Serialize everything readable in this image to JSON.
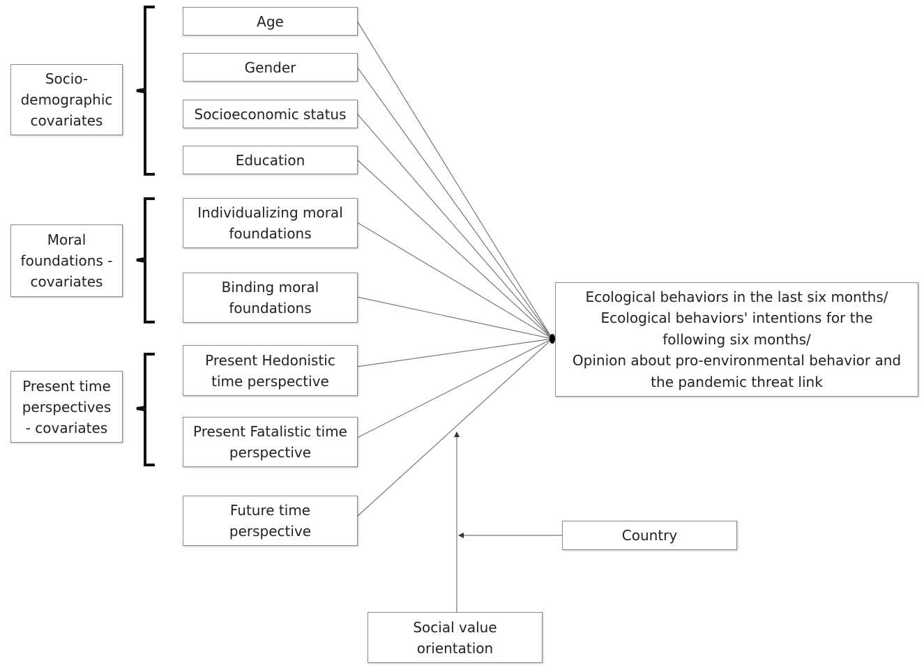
{
  "groups": {
    "sociodemographic": "Socio-\ndemographic\ncovariates",
    "moral": "Moral\nfoundations -\ncovariates",
    "time": "Present time\nperspectives\n- covariates"
  },
  "predictors": {
    "age": "Age",
    "gender": "Gender",
    "ses": "Socioeconomic status",
    "education": "Education",
    "individualizing": "Individualizing moral\nfoundations",
    "binding": "Binding moral\nfoundations",
    "hedonistic": "Present Hedonistic\ntime perspective",
    "fatalistic": "Present Fatalistic time\nperspective",
    "future": "Future time\nperspective"
  },
  "outcome": "Ecological behaviors in the last six months/\nEcological behaviors' intentions for the\nfollowing six months/\nOpinion about pro-environmental behavior and\nthe pandemic threat link",
  "moderators": {
    "country": "Country",
    "svo": "Social value\norientation"
  },
  "colors": {
    "line": "#777777",
    "border": "#8a8a8a",
    "bracket": "#111111",
    "text": "#222222"
  }
}
